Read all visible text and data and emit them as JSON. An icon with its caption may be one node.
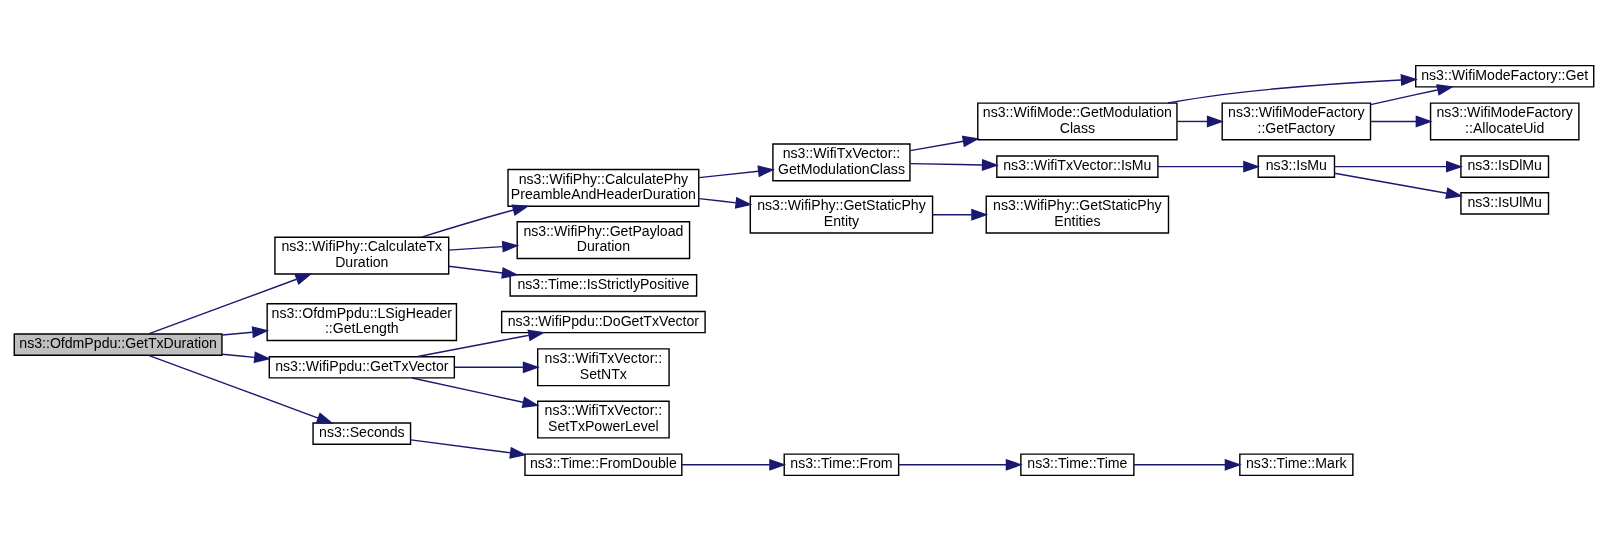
{
  "diagram": {
    "nodes": [
      {
        "text": [
          "ns3::OfdmPpdu::GetTxDuration"
        ]
      },
      {
        "text": [
          "ns3::WifiPhy::CalculateTx Duration"
        ]
      },
      {
        "text": [
          "ns3::OfdmPpdu::LSigHeader ::GetLength"
        ]
      },
      {
        "text": [
          "ns3::WifiPpdu::GetTxVector"
        ]
      },
      {
        "text": [
          "ns3::Seconds"
        ]
      },
      {
        "text": [
          "ns3::WifiPhy::CalculatePhy PreambleAndHeaderDuration"
        ]
      },
      {
        "text": [
          "ns3::WifiPhy::GetPayload Duration"
        ]
      },
      {
        "text": [
          "ns3::Time::IsStrictlyPositive"
        ]
      },
      {
        "text": [
          "ns3::WifiPpdu::DoGetTxVector"
        ]
      },
      {
        "text": [
          "ns3::WifiTxVector:: SetNTx"
        ]
      },
      {
        "text": [
          "ns3::WifiTxVector:: SetTxPowerLevel"
        ]
      },
      {
        "text": [
          "ns3::Time::FromDouble"
        ]
      },
      {
        "text": [
          "ns3::WifiTxVector:: GetModulationClass"
        ]
      },
      {
        "text": [
          "ns3::WifiPhy::GetStaticPhy Entity"
        ]
      },
      {
        "text": [
          "ns3::Time::From"
        ]
      },
      {
        "text": [
          "ns3::WifiMode::GetModulation Class"
        ]
      },
      {
        "text": [
          "ns3::WifiTxVector::IsMu"
        ]
      },
      {
        "text": [
          "ns3::WifiPhy::GetStaticPhy Entities"
        ]
      },
      {
        "text": [
          "ns3::Time::Time"
        ]
      },
      {
        "text": [
          "ns3::WifiModeFactory::Get"
        ]
      },
      {
        "text": [
          "ns3::WifiModeFactory ::GetFactory"
        ]
      },
      {
        "text": [
          "ns3::IsMu"
        ]
      },
      {
        "text": [
          "ns3::Time::Mark"
        ]
      },
      {
        "text": [
          "ns3::WifiModeFactory ::AllocateUid"
        ]
      },
      {
        "text": [
          "ns3::IsDlMu"
        ]
      },
      {
        "text": [
          "ns3::IsUlMu"
        ]
      }
    ],
    "edges": [
      {
        "from": 0,
        "to": 1,
        "arrow": "to"
      },
      {
        "from": 0,
        "to": 2,
        "arrow": "to"
      },
      {
        "from": 0,
        "to": 3,
        "arrow": "to"
      },
      {
        "from": 0,
        "to": 4,
        "arrow": "to"
      },
      {
        "from": 1,
        "to": 5,
        "arrow": "to"
      },
      {
        "from": 1,
        "to": 6,
        "arrow": "to"
      },
      {
        "from": 1,
        "to": 7,
        "arrow": "to"
      },
      {
        "from": 3,
        "to": 8,
        "arrow": "to"
      },
      {
        "from": 3,
        "to": 9,
        "arrow": "to"
      },
      {
        "from": 3,
        "to": 10,
        "arrow": "to"
      },
      {
        "from": 4,
        "to": 11,
        "arrow": "to"
      },
      {
        "from": 5,
        "to": 12,
        "arrow": "to"
      },
      {
        "from": 5,
        "to": 13,
        "arrow": "to"
      },
      {
        "from": 11,
        "to": 14,
        "arrow": "to"
      },
      {
        "from": 12,
        "to": 15,
        "arrow": "to"
      },
      {
        "from": 12,
        "to": 16,
        "arrow": "to"
      },
      {
        "from": 13,
        "to": 17,
        "arrow": "to"
      },
      {
        "from": 14,
        "to": 18,
        "arrow": "to"
      },
      {
        "from": 15,
        "to": 19,
        "arrow": "to"
      },
      {
        "from": 15,
        "to": 20,
        "arrow": "to"
      },
      {
        "from": 16,
        "to": 21,
        "arrow": "to"
      },
      {
        "from": 18,
        "to": 22,
        "arrow": "to"
      },
      {
        "from": 20,
        "to": 19,
        "arrow": "to"
      },
      {
        "from": 20,
        "to": 23,
        "arrow": "to"
      },
      {
        "from": 21,
        "to": 24,
        "arrow": "to"
      },
      {
        "from": 21,
        "to": 25,
        "arrow": "to"
      }
    ]
  }
}
